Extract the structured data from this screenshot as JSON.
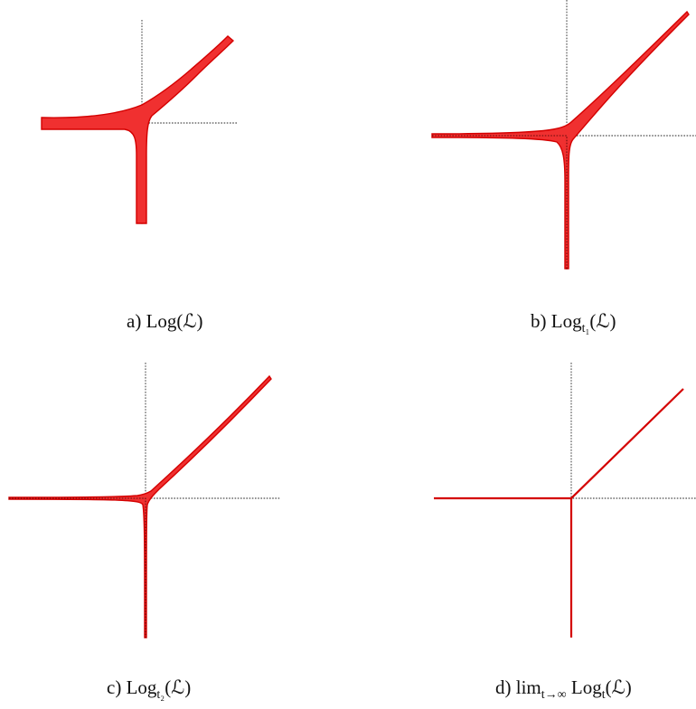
{
  "colors": {
    "amoeba_fill": "#f03030",
    "amoeba_stroke": "#d40000",
    "axis": "#222222",
    "background": "#ffffff"
  },
  "panels": [
    {
      "id": "a",
      "caption": {
        "prefix": "a) Log(",
        "sub": "",
        "suffix": "ℒ)"
      }
    },
    {
      "id": "b",
      "caption": {
        "prefix": "b) Log",
        "sub": "t₁",
        "suffix": "(ℒ)"
      }
    },
    {
      "id": "c",
      "caption": {
        "prefix": "c) Log",
        "sub": "t₂",
        "suffix": "(ℒ)"
      }
    },
    {
      "id": "d",
      "caption": {
        "prefix": "d) lim",
        "sub": "t→∞",
        "suffix": " Log",
        "sub2": "t",
        "suffix2": "(ℒ)"
      }
    }
  ]
}
